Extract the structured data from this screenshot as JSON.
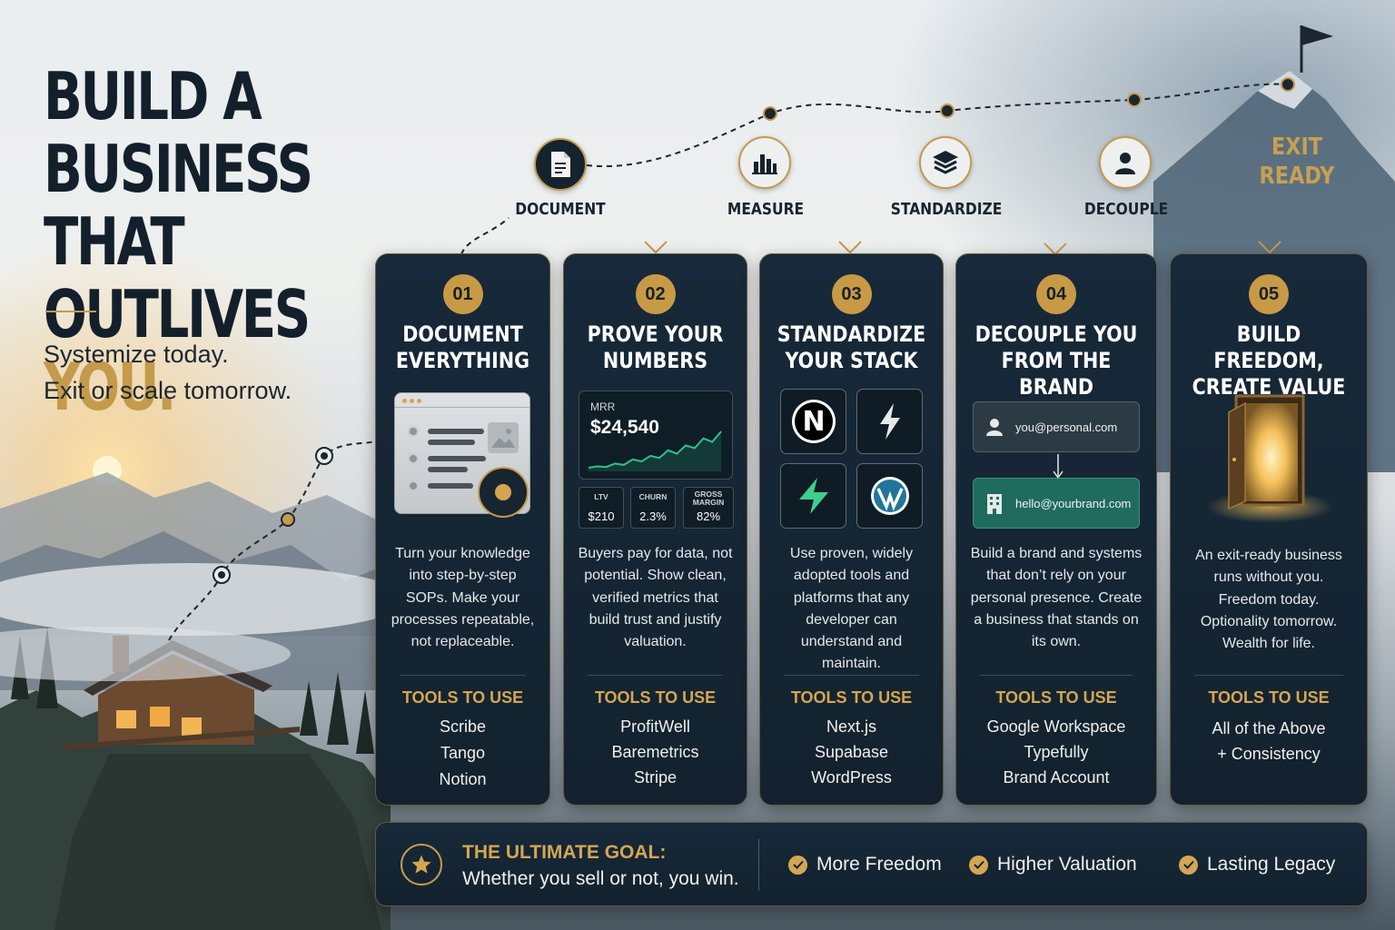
{
  "hero": {
    "title_line1": "BUILD A BUSINESS",
    "title_line2": "THAT OUTLIVES",
    "title_line3": "YOU.",
    "subtitle_line1": "Systemize today.",
    "subtitle_line2": "Exit or scale tomorrow."
  },
  "journey": {
    "steps": [
      {
        "label": "DOCUMENT",
        "icon": "document-icon"
      },
      {
        "label": "MEASURE",
        "icon": "bar-chart-icon"
      },
      {
        "label": "STANDARDIZE",
        "icon": "layers-icon"
      },
      {
        "label": "DECOUPLE",
        "icon": "user-icon"
      }
    ],
    "summit_line1": "EXIT",
    "summit_line2": "READY"
  },
  "cards": [
    {
      "number": "01",
      "title_line1": "DOCUMENT",
      "title_line2": "EVERYTHING",
      "description": "Turn your knowledge into step-by-step SOPs. Make your processes repeatable, not replaceable.",
      "tools_heading": "TOOLS TO USE",
      "tools": [
        "Scribe",
        "Tango",
        "Notion"
      ]
    },
    {
      "number": "02",
      "title_line1": "PROVE YOUR",
      "title_line2": "NUMBERS",
      "description": "Buyers pay for data, not potential. Show clean, verified metrics that build trust and justify valuation.",
      "mrr_label": "MRR",
      "mrr_value": "$24,540",
      "metrics": [
        {
          "label": "LTV",
          "value": "$210"
        },
        {
          "label": "CHURN",
          "value": "2.3%"
        },
        {
          "label": "GROSS MARGIN",
          "value": "82%"
        }
      ],
      "mrr_trend": [
        10,
        12,
        11,
        16,
        14,
        22,
        19,
        27,
        24,
        35,
        30,
        42,
        38,
        52,
        47,
        62
      ],
      "tools_heading": "TOOLS TO USE",
      "tools": [
        "ProfitWell",
        "Baremetrics",
        "Stripe"
      ]
    },
    {
      "number": "03",
      "title_line1": "STANDARDIZE",
      "title_line2": "YOUR STACK",
      "description": "Use proven, widely adopted tools and platforms that any developer can understand and maintain.",
      "tile_n": "N",
      "tools_heading": "TOOLS TO USE",
      "tools": [
        "Next.js",
        "Supabase",
        "WordPress"
      ]
    },
    {
      "number": "04",
      "title_line1": "DECOUPLE YOU",
      "title_line2": "FROM THE BRAND",
      "description": "Build a brand and systems that don’t rely on your personal presence. Create a business that stands on its own.",
      "email_personal": "you@personal.com",
      "email_brand": "hello@yourbrand.com",
      "tools_heading": "TOOLS TO USE",
      "tools": [
        "Google Workspace",
        "Typefully",
        "Brand Account"
      ]
    },
    {
      "number": "05",
      "title_line1": "BUILD FREEDOM,",
      "title_line2": "CREATE VALUE",
      "description": "An exit-ready business runs without you. Freedom today. Optionality tomorrow. Wealth for life.",
      "tools_heading": "TOOLS TO USE",
      "tools": [
        "All of the Above",
        "+ Consistency"
      ]
    }
  ],
  "banner": {
    "goal_title": "THE ULTIMATE GOAL:",
    "goal_text": "Whether you sell or not, you win.",
    "benefits": [
      "More Freedom",
      "Higher Valuation",
      "Lasting Legacy"
    ]
  },
  "colors": {
    "accent_gold": "#c49a4c",
    "card_navy": "#15263a",
    "ink": "#13202b",
    "chart_green": "#2ec28b",
    "brand_email_green": "#1f6b5d"
  }
}
